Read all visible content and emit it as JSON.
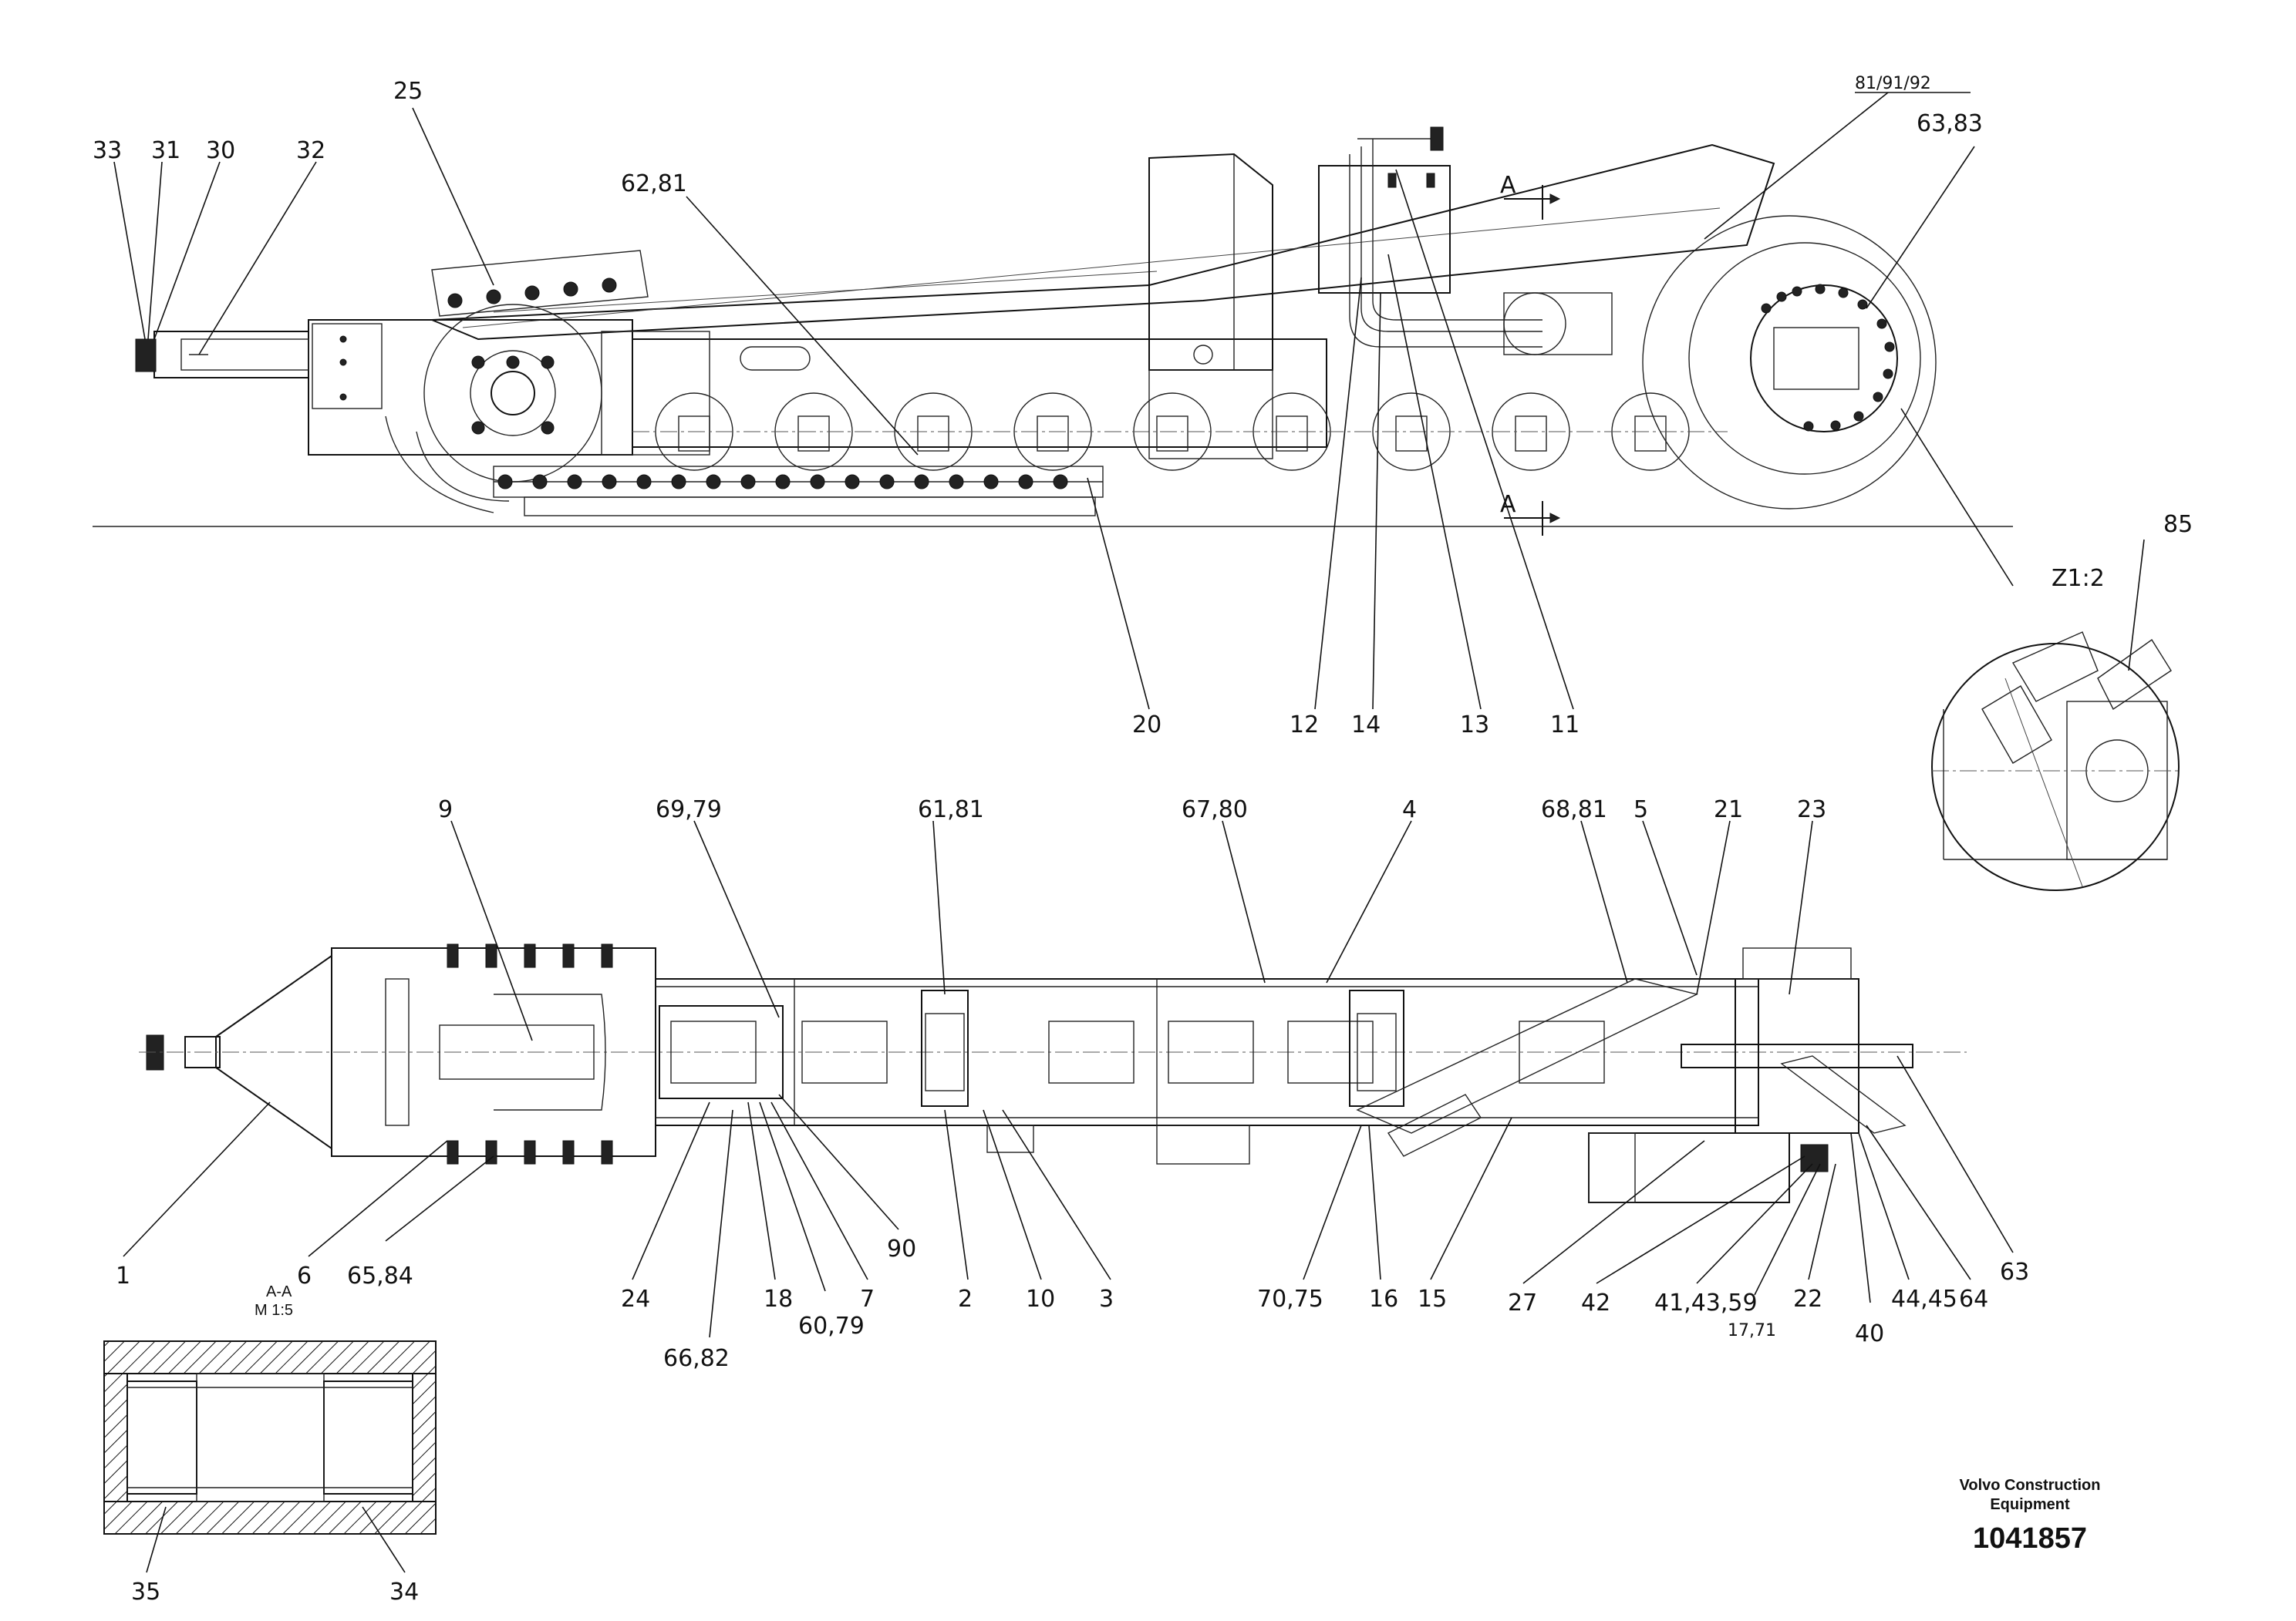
{
  "drawing": {
    "part_number": "1041857",
    "company_line1": "Volvo Construction",
    "company_line2": "Equipment",
    "section_title": "A-A",
    "section_scale": "M 1:5",
    "detail_title": "Z1:2",
    "section_marker": "A"
  },
  "side_view_labels": [
    "33",
    "31",
    "30",
    "32",
    "25",
    "62,81",
    "81/91/92",
    "63,83",
    "20",
    "12",
    "14",
    "13",
    "11",
    "85"
  ],
  "plan_view_labels": [
    "9",
    "69,79",
    "61,81",
    "67,80",
    "4",
    "68,81",
    "5",
    "21",
    "23",
    "1",
    "6",
    "65,84",
    "24",
    "18",
    "60,79",
    "7",
    "90",
    "2",
    "10",
    "3",
    "66,82",
    "70,75",
    "16",
    "15",
    "27",
    "42",
    "41,43,59",
    "17,71",
    "22",
    "40",
    "44,45",
    "64",
    "63"
  ],
  "section_labels": [
    "35",
    "34"
  ],
  "colors": {
    "ink": "#111111",
    "paper": "#ffffff"
  }
}
